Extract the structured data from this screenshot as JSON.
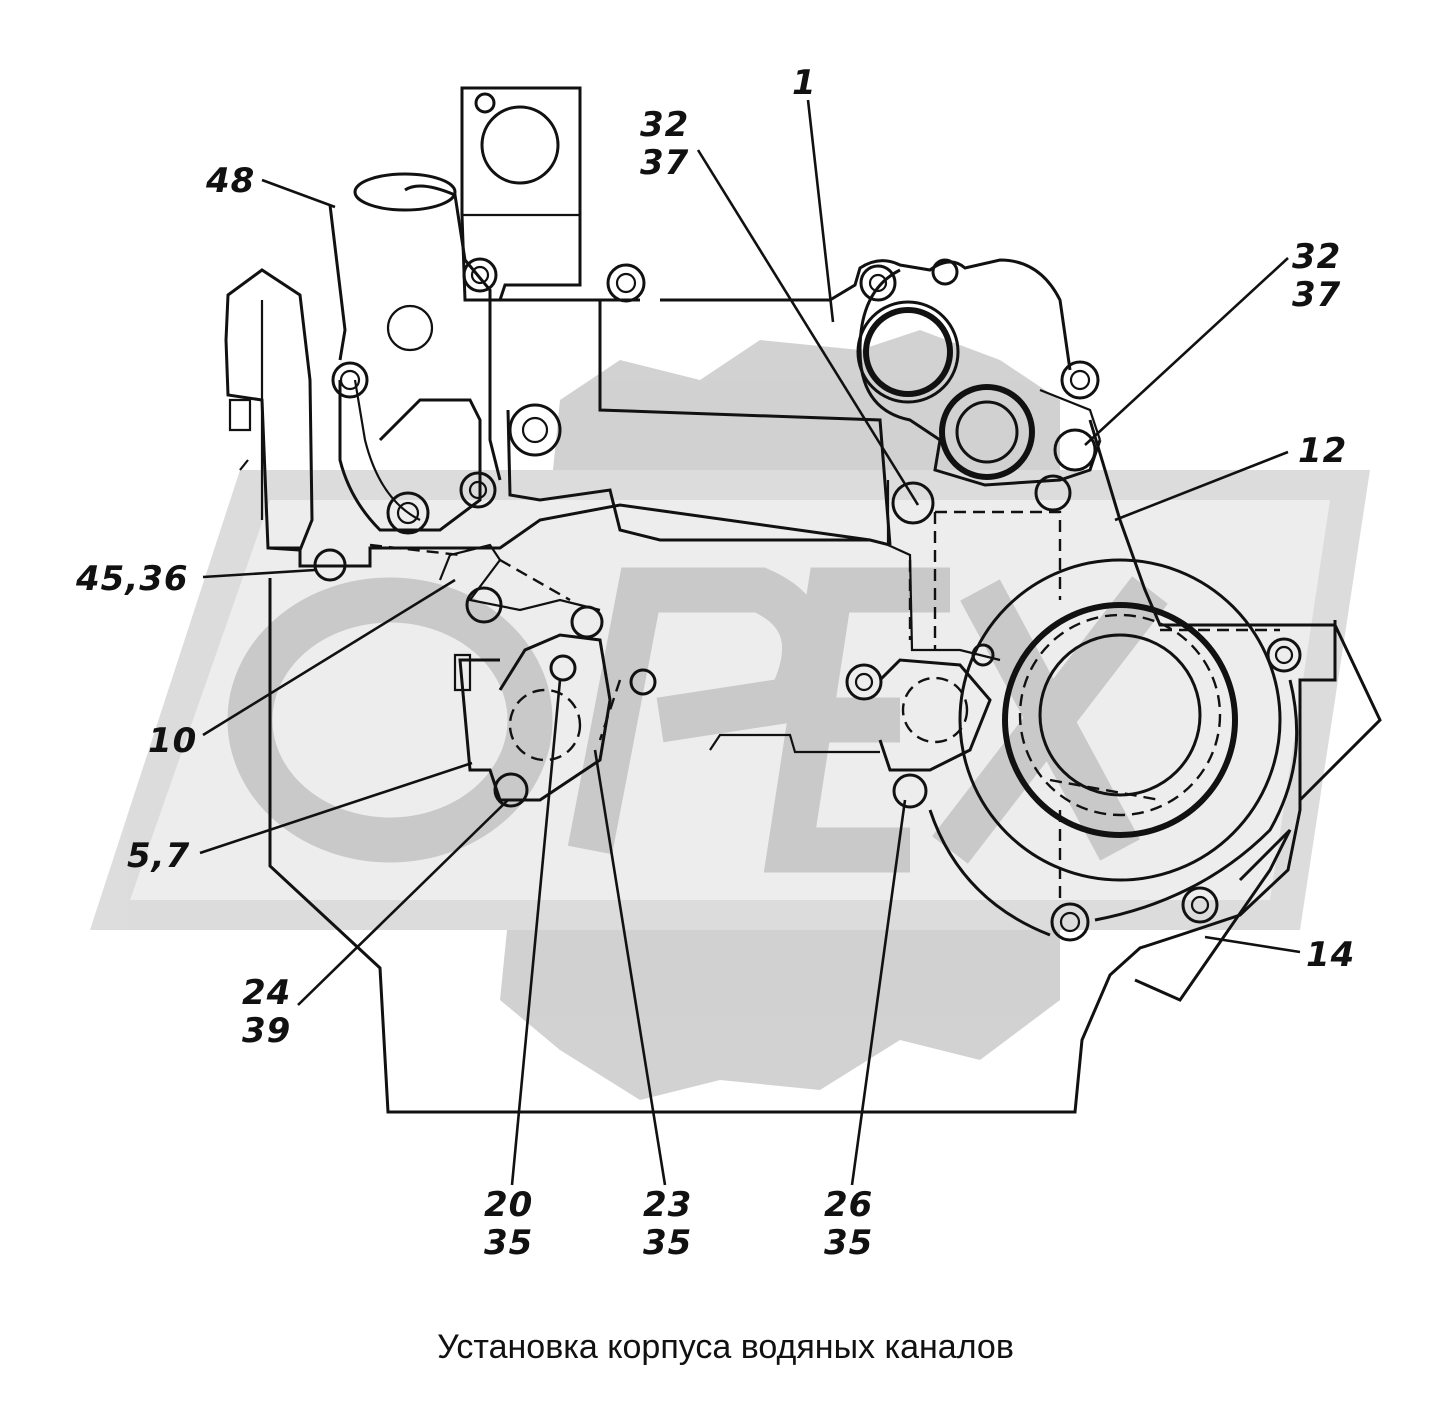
{
  "caption": "Установка корпуса водяных каналов",
  "watermark": "ОРЕХ",
  "colors": {
    "ink": "#111111",
    "watermark": "#c8c8c8",
    "background": "#ffffff"
  },
  "callouts": [
    {
      "id": "c1",
      "lines": [
        "1"
      ]
    },
    {
      "id": "c2",
      "lines": [
        "32",
        "37"
      ]
    },
    {
      "id": "c3",
      "lines": [
        "32",
        "37"
      ]
    },
    {
      "id": "c4",
      "lines": [
        "48"
      ]
    },
    {
      "id": "c5",
      "lines": [
        "12"
      ]
    },
    {
      "id": "c6",
      "lines": [
        "45,36"
      ]
    },
    {
      "id": "c7",
      "lines": [
        "10"
      ]
    },
    {
      "id": "c8",
      "lines": [
        "5,7"
      ]
    },
    {
      "id": "c9",
      "lines": [
        "24",
        "39"
      ]
    },
    {
      "id": "c10",
      "lines": [
        "20",
        "35"
      ]
    },
    {
      "id": "c11",
      "lines": [
        "23",
        "35"
      ]
    },
    {
      "id": "c12",
      "lines": [
        "26",
        "35"
      ]
    },
    {
      "id": "c13",
      "lines": [
        "14"
      ]
    }
  ]
}
